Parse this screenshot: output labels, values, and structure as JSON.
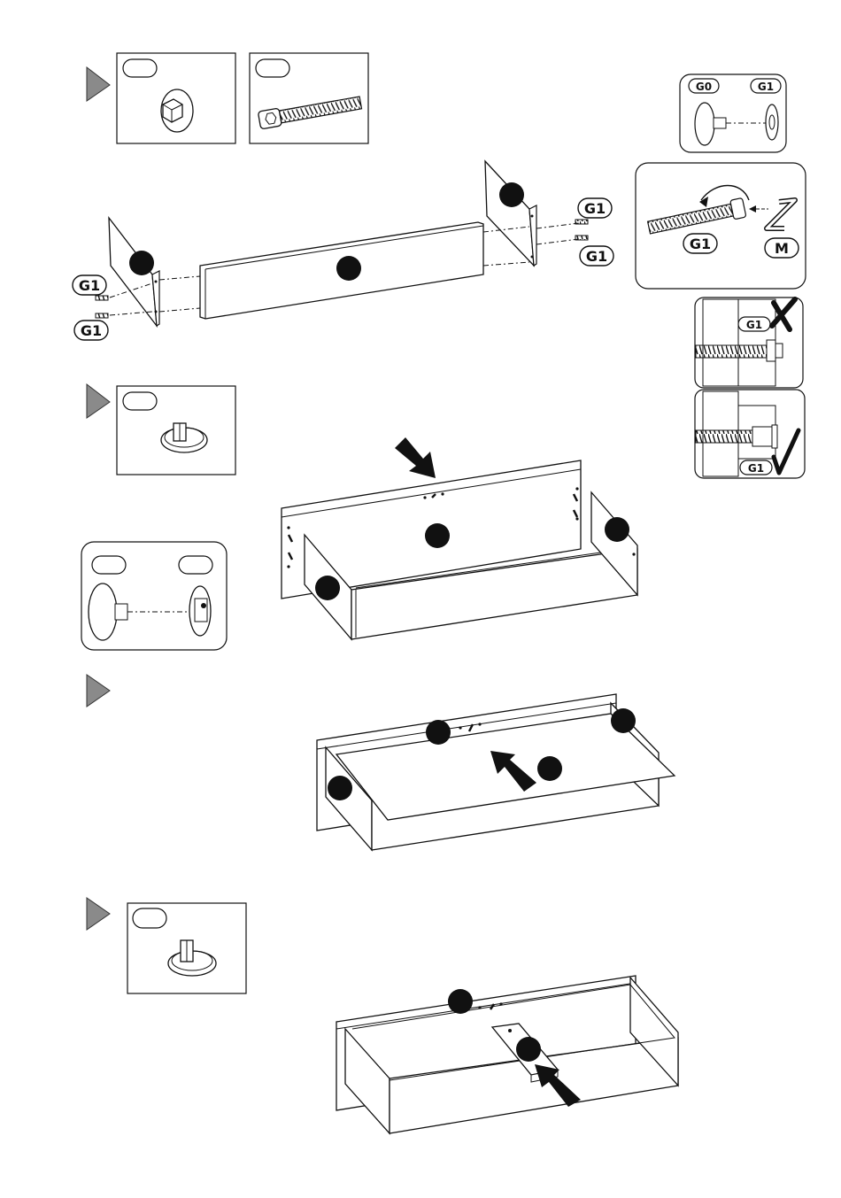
{
  "labels": {
    "g0": "G0",
    "g1": "G1",
    "m": "M"
  },
  "steps": [
    {
      "id": "step-1",
      "icon": "step-arrow-icon"
    },
    {
      "id": "step-2",
      "icon": "step-arrow-icon"
    },
    {
      "id": "step-3",
      "icon": "step-arrow-icon"
    },
    {
      "id": "step-4",
      "icon": "step-arrow-icon"
    }
  ],
  "colors": {
    "ink": "#111111",
    "step_marker": "#8a8a8a",
    "paper": "#ffffff"
  }
}
